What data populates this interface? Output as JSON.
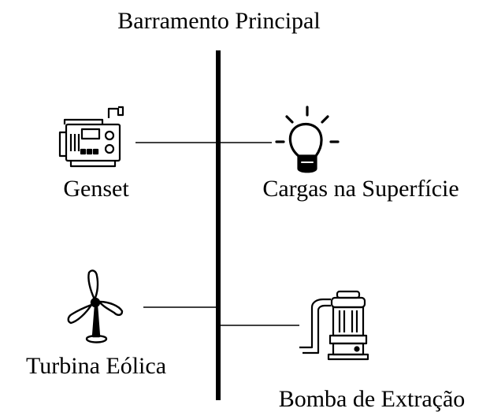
{
  "diagram": {
    "bus_title": "Barramento Principal",
    "nodes": {
      "genset": {
        "label": "Genset",
        "icon": "generator-icon"
      },
      "surface_loads": {
        "label": "Cargas na Superfície",
        "icon": "light-bulb-icon"
      },
      "wind_turbine": {
        "label": "Turbina Eólica",
        "icon": "wind-turbine-icon"
      },
      "extraction_pump": {
        "label": "Bomba de Extração",
        "icon": "pump-icon"
      }
    }
  },
  "colors": {
    "line": "#000000",
    "background": "#ffffff"
  }
}
